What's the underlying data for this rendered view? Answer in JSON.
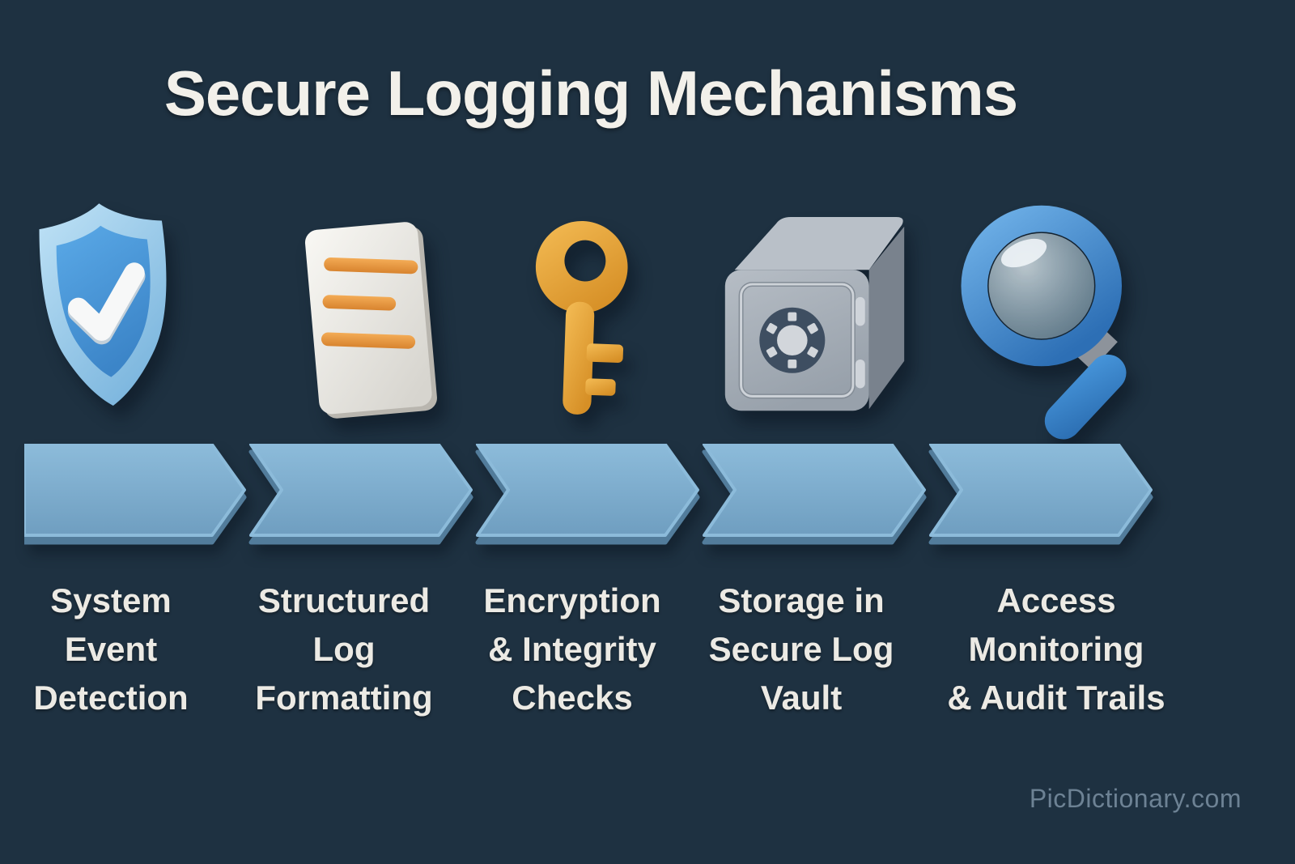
{
  "header": {
    "title": "Secure Logging Mechanisms"
  },
  "watermark": {
    "text": "PicDictionary.com"
  },
  "diagram": {
    "type": "process-flow",
    "direction": "left-to-right",
    "step_count": 5,
    "steps": [
      {
        "index": 1,
        "icon": "shield-check",
        "lines": [
          "System",
          "Event",
          "Detection"
        ]
      },
      {
        "index": 2,
        "icon": "log-document",
        "lines": [
          "Structured",
          "Log",
          "Formatting"
        ]
      },
      {
        "index": 3,
        "icon": "key",
        "lines": [
          "Encryption",
          "& Integrity",
          "Checks"
        ]
      },
      {
        "index": 4,
        "icon": "safe-vault",
        "lines": [
          "Storage in",
          "Secure Log",
          "Vault"
        ]
      },
      {
        "index": 5,
        "icon": "magnifying-glass",
        "lines": [
          "Access",
          "Monitoring",
          "& Audit Trails"
        ]
      }
    ]
  },
  "colors": {
    "background": "#1e3141",
    "arrow_face": "#82b2d2",
    "arrow_edge": "#527c9b",
    "title_text": "#f2f0ea",
    "label_text": "#eceae4",
    "watermark_text": "#6d8294",
    "shield_outer": "#a9d4ef",
    "shield_inner": "#4896d8",
    "checkmark": "#f7f8f8",
    "document_card": "#efeee9",
    "document_bars": "#e89a42",
    "key_gold": "#e8a83c",
    "vault_body": "#a7aeb8",
    "vault_dial": "#415164",
    "magnifier_blue": "#3c85cd"
  }
}
